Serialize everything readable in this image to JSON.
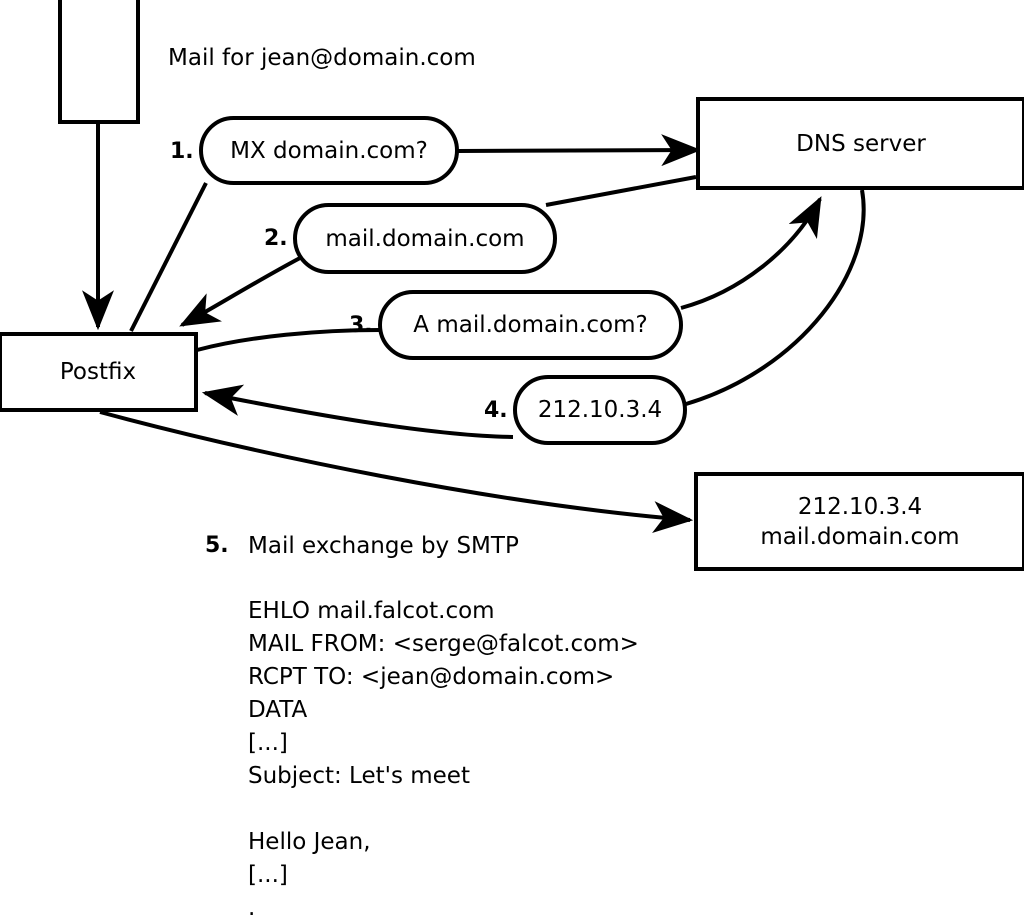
{
  "diagram": {
    "title_note": "Mail for jean@domain.com",
    "nodes": {
      "client": {
        "label": ""
      },
      "postfix": {
        "label": "Postfix"
      },
      "dns": {
        "label": "DNS server"
      },
      "mailserver": {
        "line1": "212.10.3.4",
        "line2": "mail.domain.com"
      }
    },
    "steps": [
      {
        "num": "1.",
        "text": "MX domain.com?"
      },
      {
        "num": "2.",
        "text": "mail.domain.com"
      },
      {
        "num": "3.",
        "text": "A mail.domain.com?"
      },
      {
        "num": "4.",
        "text": "212.10.3.4"
      }
    ],
    "step5": {
      "num": "5.",
      "text": "Mail exchange by SMTP"
    },
    "smtp_transcript": [
      "EHLO mail.falcot.com",
      "MAIL FROM: <serge@falcot.com>",
      "RCPT TO: <jean@domain.com>",
      "DATA",
      "[...]",
      "Subject: Let's meet",
      "",
      "Hello Jean,",
      "[...]",
      "."
    ],
    "colors": {
      "stroke": "#000000",
      "background": "#ffffff"
    }
  }
}
